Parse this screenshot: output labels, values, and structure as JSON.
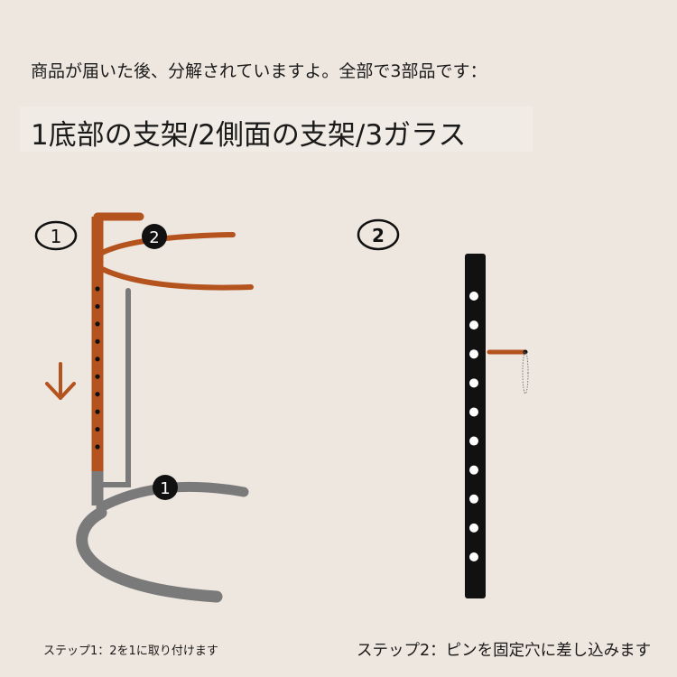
{
  "intro_text": "商品が届いた後、分解されていますよ。全部で3部品です：",
  "parts_title": "1底部の支架/2側面の支架/3ガラス",
  "diagram1": {
    "step_marker": "1",
    "top_part_label": "2",
    "base_part_label": "1",
    "holes": 10
  },
  "diagram2": {
    "step_marker": "2",
    "holes": 10
  },
  "step1_caption": "ステップ1：2を1に取り付けます",
  "step2_caption": "ステップ2：ピンを固定穴に差し込みます",
  "colors": {
    "background": "#eee7df",
    "orange": "#b5531f",
    "gray": "#7a7a7a",
    "black": "#111111"
  }
}
